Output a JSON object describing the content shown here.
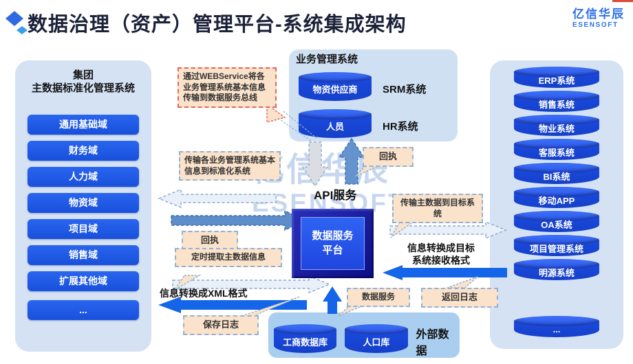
{
  "header": {
    "title": "数据治理（资产）管理平台-系统集成架构",
    "brand_cn": "亿信华辰",
    "brand_en": "ESENSOFT"
  },
  "watermark": {
    "line1": "亿信华辰",
    "line2": "ESENSOFT"
  },
  "left_panel": {
    "title_line1": "集团",
    "title_line2": "主数据标准化管理系统",
    "items": [
      "通用基础域",
      "财务域",
      "人力域",
      "物资域",
      "项目域",
      "销售域",
      "扩展其他域",
      "..."
    ]
  },
  "business_panel": {
    "title": "业务管理系统",
    "rows": [
      {
        "db": "物资供应商",
        "system": "SRM系统"
      },
      {
        "db": "人员",
        "system": "HR系统"
      }
    ]
  },
  "right_panel": {
    "items": [
      "ERP系统",
      "销售系统",
      "物业系统",
      "客服系统",
      "BI系统",
      "移动APP",
      "OA系统",
      "项目管理系统",
      "明源系统",
      "..."
    ]
  },
  "external_panel": {
    "title": "外部数据",
    "items": [
      "工商数据库",
      "人口库"
    ]
  },
  "center": {
    "api_label": "API服务",
    "platform_line1": "数据服务",
    "platform_line2": "平台"
  },
  "callouts": {
    "webservice": "通过WEBService将各业务管理系统基本信息传输到数据服务总线",
    "transfer_std": "传输各业务管理系统基本信息到标准化系统",
    "receipt_top": "回执",
    "receipt_left": "回执",
    "scheduled_extract": "定时提取主数据信息",
    "save_log": "保存日志",
    "data_service": "数据服务",
    "return_log": "返回日志",
    "transfer_target": "传输主数据到目标系统"
  },
  "labels": {
    "xml_format": "信息转换成XML格式",
    "target_format_line1": "信息转换成目标",
    "target_format_line2": "系统接收格式"
  },
  "colors": {
    "primary_blue": "#1b52e3",
    "panel_blue": "#d4e2f4",
    "external_panel_blue": "#a9ceef",
    "callout_peach": "#fbe2ca",
    "callout_red_border": "#e2645c",
    "callout_blue_border": "#8fb2d9",
    "steel_arrow": "#5d8eca",
    "bright_arrow": "#1565e8",
    "brand_blue": "#2c6fe8"
  }
}
